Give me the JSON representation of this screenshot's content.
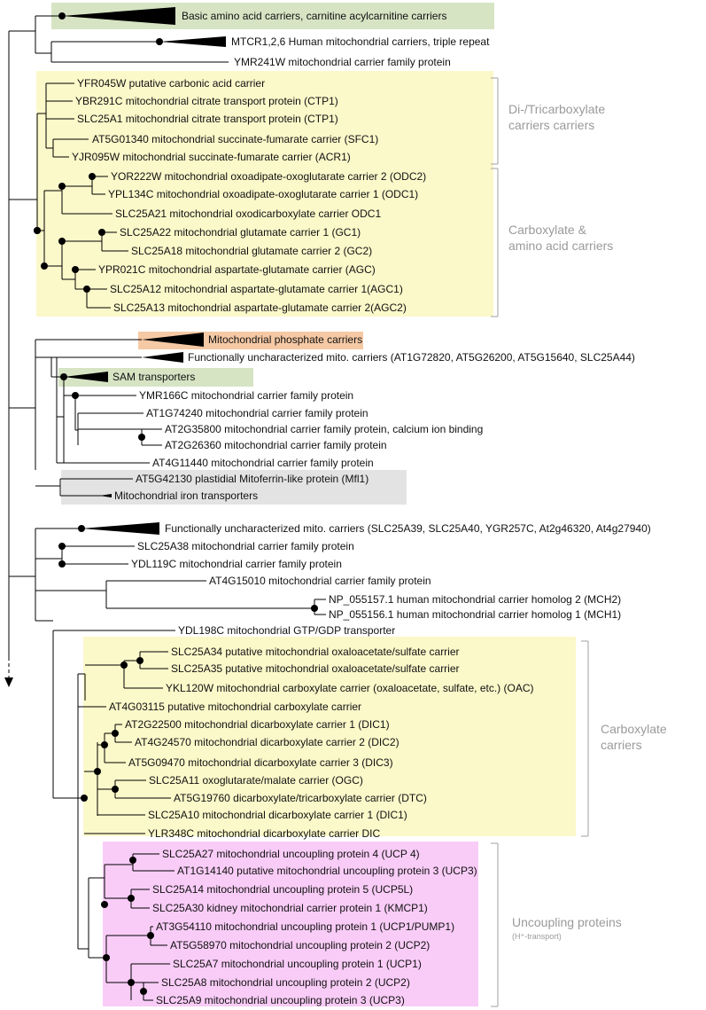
{
  "colors": {
    "green": "#d6e4c4",
    "yellow": "#fbf8c9",
    "orange": "#f6c9a5",
    "gray": "#e3e3e3",
    "pink": "#f9ccf7",
    "bracket": "#a0a0a0"
  },
  "leaves": [
    "Basic amino acid carriers, carnitine acylcarnitine carriers",
    "MTCR1,2,6 Human mitochondrial carriers, triple repeat",
    "YMR241W mitochondrial carrier family protein",
    "YFR045W putative carbonic acid carrier",
    "YBR291C mitochondrial citrate transport protein (CTP1)",
    "SLC25A1 mitochondrial citrate transport protein (CTP1)",
    "AT5G01340 mitochondrial succinate-fumarate carrier (SFC1)",
    "YJR095W mitochondrial succinate-fumarate carrier (ACR1)",
    "YOR222W mitochondrial oxoadipate-oxoglutarate carrier 2 (ODC2)",
    "YPL134C mitochondrial oxoadipate-oxoglutarate carrier 1 (ODC1)",
    "SLC25A21 mitochondrial oxodicarboxylate carrier ODC1",
    "SLC25A22 mitochondrial glutamate carrier 1 (GC1)",
    "SLC25A18  mitochondrial glutamate carrier 2 (GC2)",
    "YPR021C mitochondrial aspartate-glutamate carrier (AGC)",
    "SLC25A12 mitochondrial aspartate-glutamate carrier 1(AGC1)",
    "SLC25A13 mitochondrial aspartate-glutamate carrier 2(AGC2)",
    "Mitochondrial phosphate carriers",
    "Functionally uncharacterized mito. carriers (AT1G72820, AT5G26200, AT5G15640, SLC25A44)",
    "SAM transporters",
    "YMR166C mitochondrial carrier family protein",
    "AT1G74240 mitochondrial carrier family protein",
    "AT2G35800 mitochondrial carrier family protein, calcium ion binding",
    "AT2G26360 mitochondrial carrier family protein",
    "AT4G11440 mitochondrial carrier family protein",
    "AT5G42130 plastidial Mitoferrin-like protein (Mfl1)",
    "Mitochondrial iron transporters",
    "Functionally uncharacterized mito. carriers (SLC25A39, SLC25A40, YGR257C, At2g46320, At4g27940)",
    "SLC25A38 mitochondrial carrier family protein",
    "YDL119C mitochondrial carrier family protein",
    "AT4G15010 mitochondrial carrier family protein",
    "NP_055157.1 human mitochondrial carrier homolog 2 (MCH2)",
    "NP_055156.1 human mitochondrial carrier homolog 1 (MCH1)",
    "YDL198C mitochondrial GTP/GDP transporter",
    "SLC25A34 putative mitochondrial oxaloacetate/sulfate carrier",
    "SLC25A35 putative mitochondrial oxaloacetate/sulfate carrier",
    "YKL120W  mitochondrial carboxylate carrier (oxaloacetate, sulfate, etc.) (OAC)",
    "AT4G03115 putative mitochondrial carboxylate carrier",
    "AT2G22500 mitochondrial dicarboxylate carrier 1 (DIC1)",
    "AT4G24570 mitochondrial dicarboxylate carrier 2 (DIC2)",
    "AT5G09470 mitochondrial dicarboxylate carrier 3 (DIC3)",
    "SLC25A11 oxoglutarate/malate carrier (OGC)",
    "AT5G19760 dicarboxylate/tricarboxylate carrier (DTC)",
    "SLC25A10 mitochondrial dicarboxylate carrier 1 (DIC1)",
    "YLR348C mitochondrial dicarboxylate carrier DIC",
    "SLC25A27 mitochondrial uncoupling protein 4 (UCP 4)",
    "AT1G14140 putative mitochondrial uncoupling protein 3 (UCP3)",
    "SLC25A14 mitochondrial uncoupling protein 5 (UCP5L)",
    "SLC25A30 kidney mitochondrial carrier protein 1 (KMCP1)",
    "AT3G54110 mitochondrial uncoupling protein 1 (UCP1/PUMP1)",
    "AT5G58970 mitochondrial uncoupling protein 2 (UCP2)",
    "SLC25A7 mitochondrial uncoupling protein 1 (UCP1)",
    "SLC25A8 mitochondrial uncoupling protein 2 (UCP2)",
    "SLC25A9 mitochondrial uncoupling protein 3 (UCP3)"
  ],
  "groups": {
    "di_tri": [
      "Di-/Tricarboxylate",
      "carriers carriers"
    ],
    "carb_amino": [
      "Carboxylate &",
      "amino acid carriers"
    ],
    "carboxylate": [
      "Carboxylate",
      "carriers"
    ],
    "uncoupling": [
      "Uncoupling proteins"
    ],
    "uncoupling_sub": "(H⁺-transport)"
  }
}
